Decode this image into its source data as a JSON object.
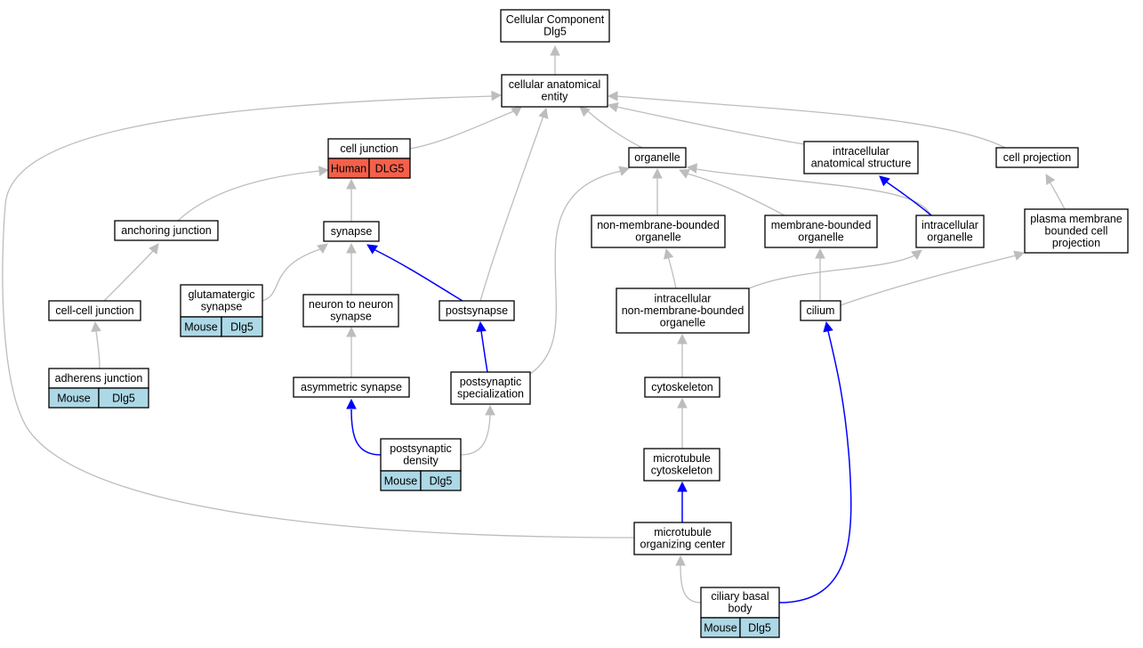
{
  "graph": {
    "colors": {
      "gray_edge": "#bdbdbd",
      "blue_edge": "#0000ff",
      "human_cell": "#f4604a",
      "mouse_cell": "#add8e6"
    },
    "nodes": [
      {
        "id": "root",
        "lines": [
          "Cellular Component",
          "Dlg5"
        ]
      },
      {
        "id": "cae",
        "lines": [
          "cellular anatomical",
          "entity"
        ]
      },
      {
        "id": "cj",
        "lines": [
          "cell junction"
        ],
        "ann": [
          {
            "text": "Human",
            "color": "#f4604a"
          },
          {
            "text": "DLG5",
            "color": "#f4604a"
          }
        ]
      },
      {
        "id": "org",
        "lines": [
          "organelle"
        ]
      },
      {
        "id": "ias",
        "lines": [
          "intracellular",
          "anatomical structure"
        ]
      },
      {
        "id": "cp",
        "lines": [
          "cell projection"
        ]
      },
      {
        "id": "aj",
        "lines": [
          "anchoring junction"
        ]
      },
      {
        "id": "syn",
        "lines": [
          "synapse"
        ]
      },
      {
        "id": "nmbo",
        "lines": [
          "non-membrane-bounded",
          "organelle"
        ]
      },
      {
        "id": "mbo",
        "lines": [
          "membrane-bounded",
          "organelle"
        ]
      },
      {
        "id": "io",
        "lines": [
          "intracellular",
          "organelle"
        ]
      },
      {
        "id": "pmbcp",
        "lines": [
          "plasma membrane",
          "bounded cell",
          "projection"
        ]
      },
      {
        "id": "glu",
        "lines": [
          "glutamatergic",
          "synapse"
        ],
        "ann": [
          {
            "text": "Mouse",
            "color": "#add8e6"
          },
          {
            "text": "Dlg5",
            "color": "#add8e6"
          }
        ]
      },
      {
        "id": "ccj",
        "lines": [
          "cell-cell junction"
        ]
      },
      {
        "id": "nns",
        "lines": [
          "neuron to neuron",
          "synapse"
        ]
      },
      {
        "id": "ps",
        "lines": [
          "postsynapse"
        ]
      },
      {
        "id": "inmbo",
        "lines": [
          "intracellular",
          "non-membrane-bounded",
          "organelle"
        ]
      },
      {
        "id": "cil",
        "lines": [
          "cilium"
        ]
      },
      {
        "id": "adj",
        "lines": [
          "adherens junction"
        ],
        "ann": [
          {
            "text": "Mouse",
            "color": "#add8e6"
          },
          {
            "text": "Dlg5",
            "color": "#add8e6"
          }
        ]
      },
      {
        "id": "asym",
        "lines": [
          "asymmetric synapse"
        ]
      },
      {
        "id": "pss",
        "lines": [
          "postsynaptic",
          "specialization"
        ]
      },
      {
        "id": "cyt",
        "lines": [
          "cytoskeleton"
        ]
      },
      {
        "id": "psd",
        "lines": [
          "postsynaptic",
          "density"
        ],
        "ann": [
          {
            "text": "Mouse",
            "color": "#add8e6"
          },
          {
            "text": "Dlg5",
            "color": "#add8e6"
          }
        ]
      },
      {
        "id": "mtc",
        "lines": [
          "microtubule",
          "cytoskeleton"
        ]
      },
      {
        "id": "mtoc",
        "lines": [
          "microtubule",
          "organizing center"
        ]
      },
      {
        "id": "cbb",
        "lines": [
          "ciliary basal",
          "body"
        ],
        "ann": [
          {
            "text": "Mouse",
            "color": "#add8e6"
          },
          {
            "text": "Dlg5",
            "color": "#add8e6"
          }
        ]
      }
    ],
    "edges": [
      {
        "from": "cae",
        "to": "root",
        "kind": "is_a"
      },
      {
        "from": "cj",
        "to": "cae",
        "kind": "is_a"
      },
      {
        "from": "org",
        "to": "cae",
        "kind": "is_a"
      },
      {
        "from": "ias",
        "to": "cae",
        "kind": "is_a"
      },
      {
        "from": "cp",
        "to": "cae",
        "kind": "is_a"
      },
      {
        "from": "ps",
        "to": "cae",
        "kind": "is_a"
      },
      {
        "from": "mtoc",
        "to": "cae",
        "kind": "is_a"
      },
      {
        "from": "aj",
        "to": "cj",
        "kind": "is_a"
      },
      {
        "from": "syn",
        "to": "cj",
        "kind": "is_a"
      },
      {
        "from": "ccj",
        "to": "aj",
        "kind": "is_a"
      },
      {
        "from": "adj",
        "to": "ccj",
        "kind": "is_a"
      },
      {
        "from": "glu",
        "to": "syn",
        "kind": "is_a"
      },
      {
        "from": "nns",
        "to": "syn",
        "kind": "is_a"
      },
      {
        "from": "ps",
        "to": "syn",
        "kind": "part_of"
      },
      {
        "from": "asym",
        "to": "nns",
        "kind": "is_a"
      },
      {
        "from": "psd",
        "to": "asym",
        "kind": "part_of"
      },
      {
        "from": "pss",
        "to": "ps",
        "kind": "part_of"
      },
      {
        "from": "psd",
        "to": "pss",
        "kind": "is_a"
      },
      {
        "from": "pss",
        "to": "org",
        "kind": "is_a"
      },
      {
        "from": "nmbo",
        "to": "org",
        "kind": "is_a"
      },
      {
        "from": "mbo",
        "to": "org",
        "kind": "is_a"
      },
      {
        "from": "io",
        "to": "org",
        "kind": "is_a"
      },
      {
        "from": "io",
        "to": "ias",
        "kind": "part_of"
      },
      {
        "from": "pmbcp",
        "to": "cp",
        "kind": "is_a"
      },
      {
        "from": "inmbo",
        "to": "nmbo",
        "kind": "is_a"
      },
      {
        "from": "inmbo",
        "to": "io",
        "kind": "is_a"
      },
      {
        "from": "cil",
        "to": "mbo",
        "kind": "is_a"
      },
      {
        "from": "cil",
        "to": "pmbcp",
        "kind": "is_a"
      },
      {
        "from": "cyt",
        "to": "inmbo",
        "kind": "is_a"
      },
      {
        "from": "mtc",
        "to": "cyt",
        "kind": "is_a"
      },
      {
        "from": "mtoc",
        "to": "mtc",
        "kind": "part_of"
      },
      {
        "from": "cbb",
        "to": "mtoc",
        "kind": "is_a"
      },
      {
        "from": "cbb",
        "to": "cil",
        "kind": "part_of"
      }
    ]
  }
}
